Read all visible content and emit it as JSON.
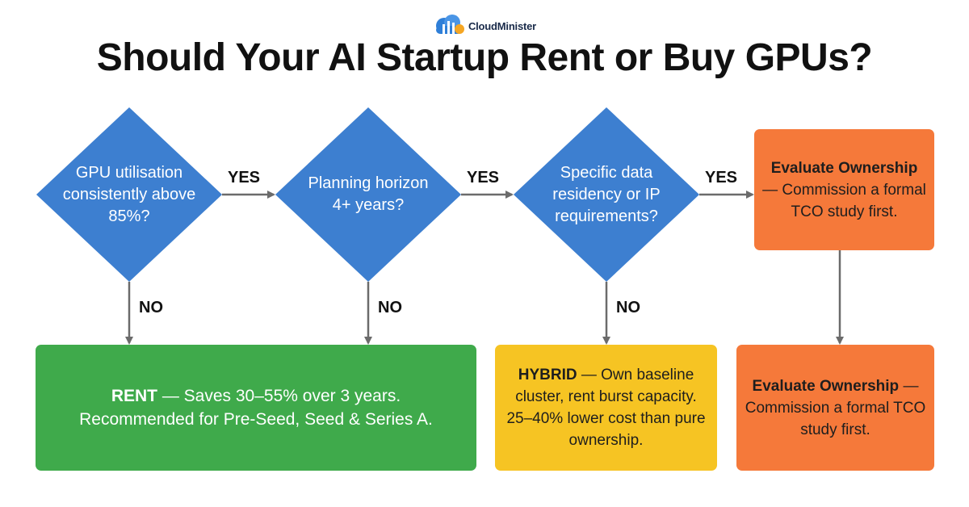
{
  "header": {
    "brand": "CloudMinister",
    "title": "Should Your AI Startup Rent or Buy GPUs?"
  },
  "decisions": [
    {
      "text": "GPU utilisation consistently above 85%?"
    },
    {
      "text": "Planning horizon 4+ years?"
    },
    {
      "text": "Specific data residency or IP requirements?"
    }
  ],
  "labels": {
    "yes": "YES",
    "no": "NO"
  },
  "outcomes": {
    "rent": {
      "bold": "RENT",
      "text": " — Saves 30–55% over 3 years. Recommended for Pre-Seed, Seed & Series A."
    },
    "hybrid": {
      "bold": "HYBRID",
      "text": " — Own baseline cluster, rent burst capacity. 25–40% lower cost than pure ownership."
    },
    "evaluate_top": {
      "bold": "Evaluate Ownership",
      "text": " — Commission a formal TCO study first."
    },
    "evaluate_bottom": {
      "bold": "Evaluate Ownership",
      "text": " — Commission a formal TCO study first."
    }
  },
  "colors": {
    "decision": "#3d7fd0",
    "rent": "#3faa4b",
    "hybrid": "#f6c423",
    "evaluate": "#f5793a",
    "arrow": "#6b6b6b"
  }
}
